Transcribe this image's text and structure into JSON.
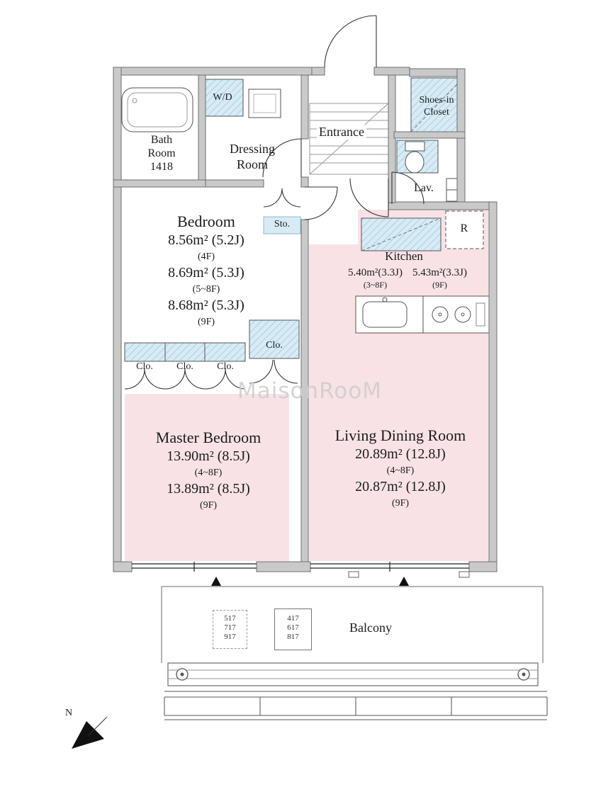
{
  "watermark": "MaisonRooM",
  "compass_label": "N",
  "labels": {
    "bath": {
      "l1": "Bath",
      "l2": "Room",
      "l3": "1418"
    },
    "wd": "W/D",
    "dressing": {
      "l1": "Dressing",
      "l2": "Room"
    },
    "entrance": "Entrance",
    "shoes": {
      "l1": "Shoes-in",
      "l2": "Closet"
    },
    "lav": "Lav.",
    "sto": "Sto.",
    "r": "R",
    "clo": "Clo.",
    "balcony": "Balcony"
  },
  "bedroom": {
    "name": "Bedroom",
    "a1": "8.56m² (5.2J)",
    "f1": "(4F)",
    "a2": "8.69m² (5.3J)",
    "f2": "(5~8F)",
    "a3": "8.68m² (5.3J)",
    "f3": "(9F)"
  },
  "kitchen": {
    "name": "Kitchen",
    "a1": "5.40m²(3.3J)",
    "f1": "(3~8F)",
    "a2": "5.43m²(3.3J)",
    "f2": "(9F)"
  },
  "master": {
    "name": "Master Bedroom",
    "a1": "13.90m² (8.5J)",
    "f1": "(4~8F)",
    "a2": "13.89m² (8.5J)",
    "f2": "(9F)"
  },
  "living": {
    "name": "Living Dining Room",
    "a1": "20.89m² (12.8J)",
    "f1": "(4~8F)",
    "a2": "20.87m² (12.8J)",
    "f2": "(9F)"
  },
  "units": {
    "dashed": [
      "517",
      "717",
      "917"
    ],
    "solid": [
      "417",
      "617",
      "817"
    ]
  },
  "colors": {
    "floor_pink": "#f8e2e6",
    "fixture_blue": "#d8ebf5",
    "wall_gray": "#c9c9c9"
  }
}
